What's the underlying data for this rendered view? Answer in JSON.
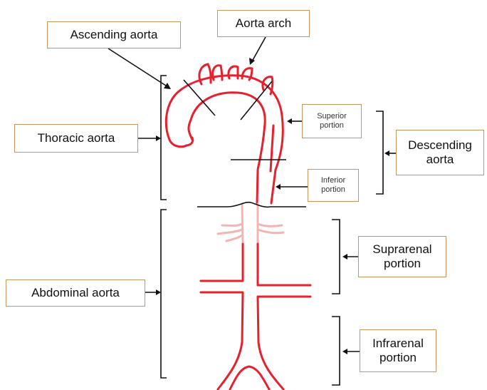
{
  "labels": {
    "ascending_aorta": "Ascending aorta",
    "aorta_arch": "Aorta arch",
    "thoracic_aorta": "Thoracic aorta",
    "superior_portion": "Superior\nportion",
    "descending_aorta": "Descending\naorta",
    "inferior_portion": "Inferior\nportion",
    "suprarenal_portion": "Suprarenal\nportion",
    "abdominal_aorta": "Abdominal aorta",
    "infrarenal_portion": "Infrarenal\nportion"
  },
  "colors": {
    "vessel": "#e8202e",
    "vessel_faded": "#f5b4b4",
    "line": "#111111",
    "box_border": "#c9955a"
  }
}
